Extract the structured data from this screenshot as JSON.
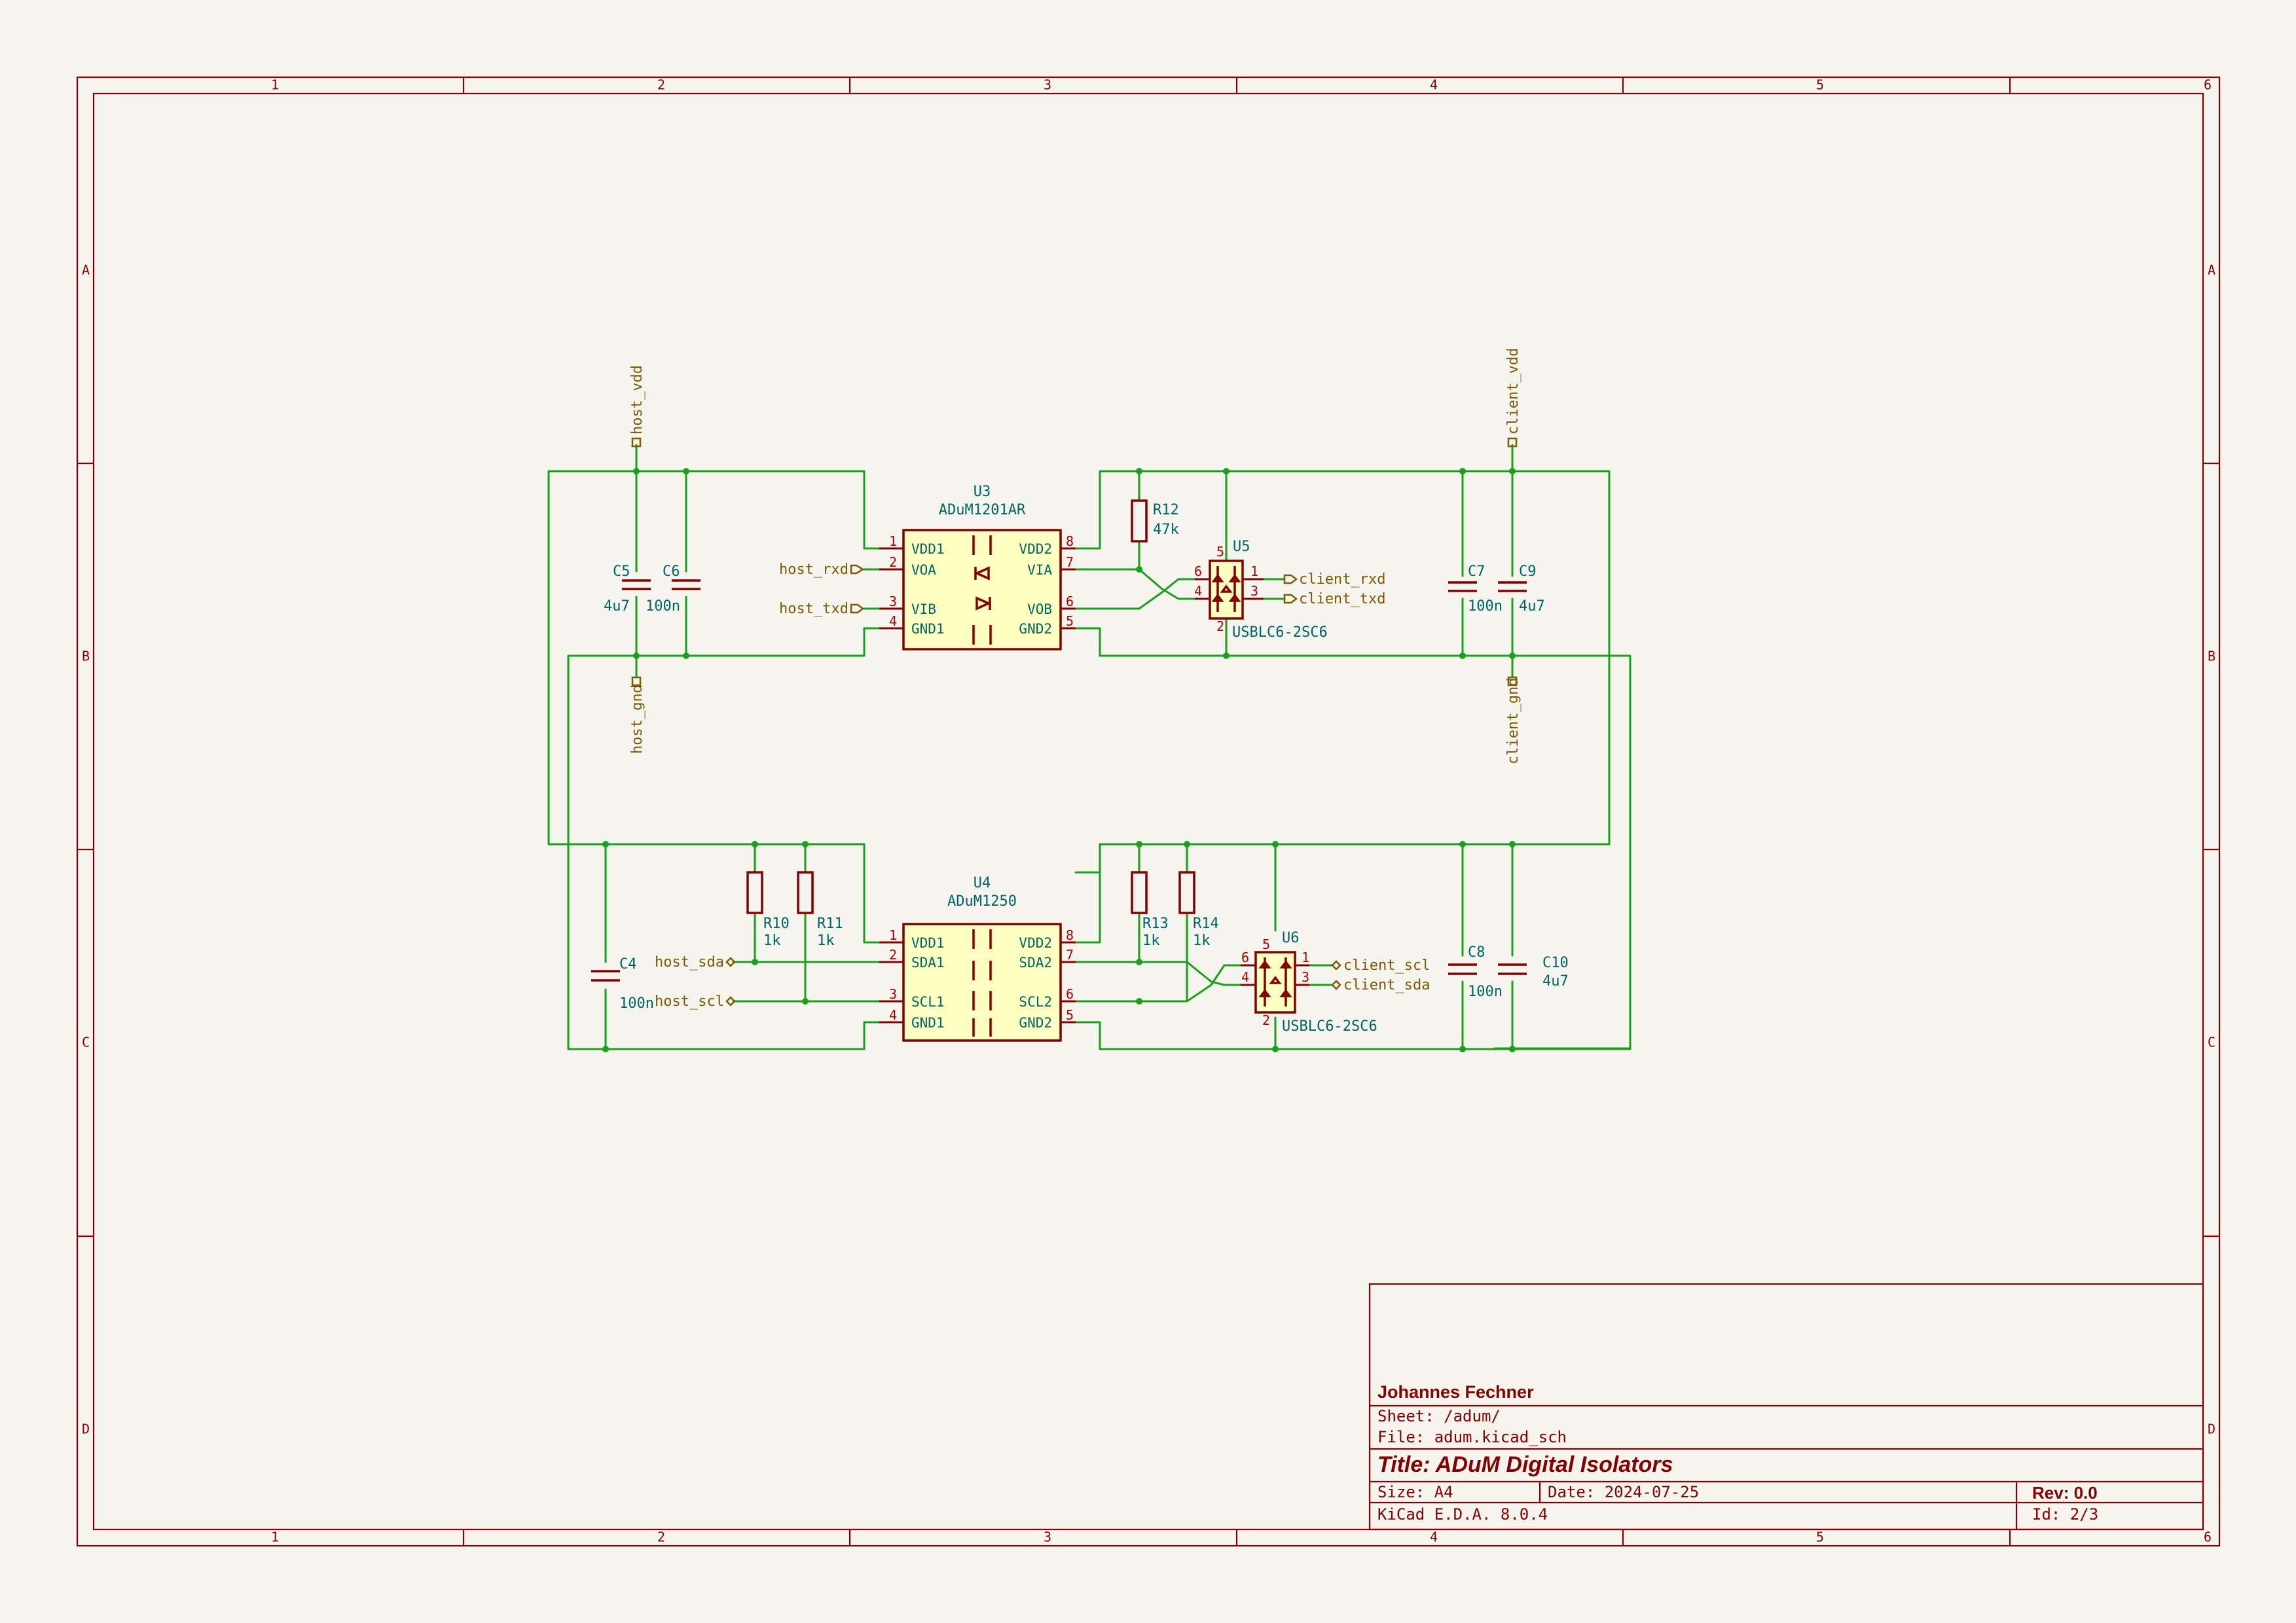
{
  "frame": {
    "columns": [
      "1",
      "2",
      "3",
      "4",
      "5",
      "6"
    ],
    "rows": [
      "A",
      "B",
      "C",
      "D"
    ]
  },
  "components": {
    "u3": {
      "ref": "U3",
      "value": "ADuM1201AR",
      "pins_left": [
        {
          "num": "1",
          "name": "VDD1"
        },
        {
          "num": "2",
          "name": "VOA"
        },
        {
          "num": "3",
          "name": "VIB"
        },
        {
          "num": "4",
          "name": "GND1"
        }
      ],
      "pins_right": [
        {
          "num": "8",
          "name": "VDD2"
        },
        {
          "num": "7",
          "name": "VIA"
        },
        {
          "num": "6",
          "name": "VOB"
        },
        {
          "num": "5",
          "name": "GND2"
        }
      ]
    },
    "u4": {
      "ref": "U4",
      "value": "ADuM1250",
      "pins_left": [
        {
          "num": "1",
          "name": "VDD1"
        },
        {
          "num": "2",
          "name": "SDA1"
        },
        {
          "num": "3",
          "name": "SCL1"
        },
        {
          "num": "4",
          "name": "GND1"
        }
      ],
      "pins_right": [
        {
          "num": "8",
          "name": "VDD2"
        },
        {
          "num": "7",
          "name": "SDA2"
        },
        {
          "num": "6",
          "name": "SCL2"
        },
        {
          "num": "5",
          "name": "GND2"
        }
      ]
    },
    "u5": {
      "ref": "U5",
      "value": "USBLC6-2SC6",
      "pins": [
        "5",
        "6",
        "4",
        "1",
        "3",
        "2"
      ]
    },
    "u6": {
      "ref": "U6",
      "value": "USBLC6-2SC6",
      "pins": [
        "5",
        "6",
        "4",
        "1",
        "3",
        "2"
      ]
    },
    "c5": {
      "ref": "C5",
      "value": "4u7"
    },
    "c6": {
      "ref": "C6",
      "value": "100n"
    },
    "c7": {
      "ref": "C7",
      "value": "100n"
    },
    "c9": {
      "ref": "C9",
      "value": "4u7"
    },
    "c4": {
      "ref": "C4",
      "value": "100n"
    },
    "c8": {
      "ref": "C8",
      "value": "100n"
    },
    "c10": {
      "ref": "C10",
      "value": "4u7"
    },
    "r12": {
      "ref": "R12",
      "value": "47k"
    },
    "r10": {
      "ref": "R10",
      "value": "1k"
    },
    "r11": {
      "ref": "R11",
      "value": "1k"
    },
    "r13": {
      "ref": "R13",
      "value": "1k"
    },
    "r14": {
      "ref": "R14",
      "value": "1k"
    }
  },
  "nets": {
    "host_vdd": "host_vdd",
    "host_gnd": "host_gnd",
    "client_vdd": "client_vdd",
    "client_gnd": "client_gnd",
    "host_rxd": "host_rxd",
    "host_txd": "host_txd",
    "client_rxd": "client_rxd",
    "client_txd": "client_txd",
    "host_sda": "host_sda",
    "host_scl": "host_scl",
    "client_scl": "client_scl",
    "client_sda": "client_sda"
  },
  "title_block": {
    "company": "Johannes Fechner",
    "sheet": "Sheet: /adum/",
    "file": "File: adum.kicad_sch",
    "title": "Title: ADuM Digital Isolators",
    "size": "Size: A4",
    "date": "Date: 2024-07-25",
    "rev": "Rev: 0.0",
    "tool": "KiCad E.D.A. 8.0.4",
    "id": "Id: 2/3"
  }
}
